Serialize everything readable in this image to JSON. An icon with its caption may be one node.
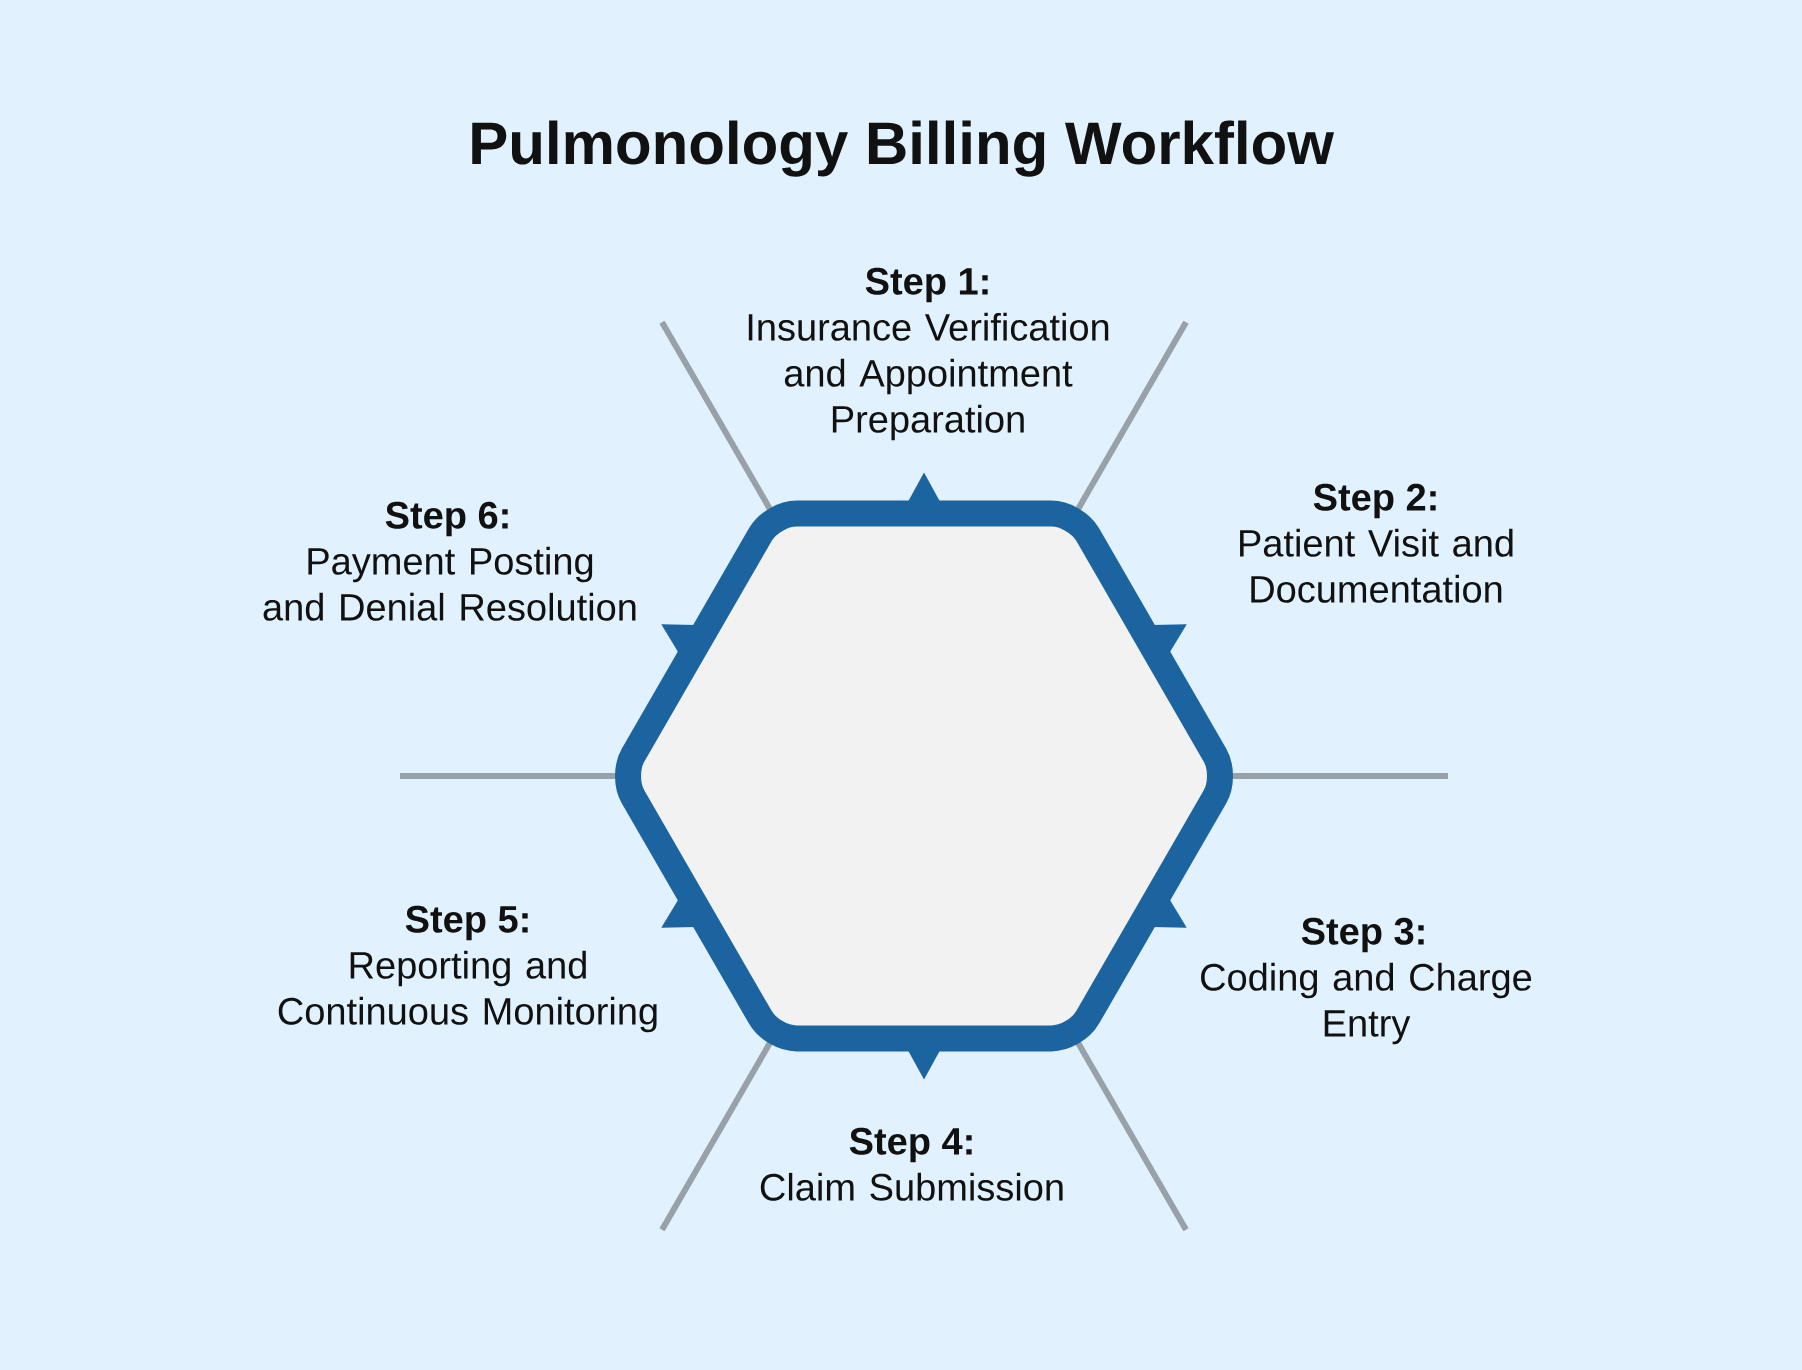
{
  "diagram": {
    "title": "Pulmonology Billing Workflow",
    "nodes": [
      {
        "text": [],
        "shape": "hexagon"
      }
    ],
    "labels": [
      "Step 1:",
      "Insurance Verification and Appointment Preparation",
      "Step 2:",
      "Patient Visit and Documentation",
      "Step 3:",
      "Coding and Charge Entry",
      "Step 4:",
      "Claim Submission",
      "Step 5:",
      "Reporting and Continuous Monitoring",
      "Step 6:",
      "Payment Posting and Denial Resolution"
    ]
  }
}
